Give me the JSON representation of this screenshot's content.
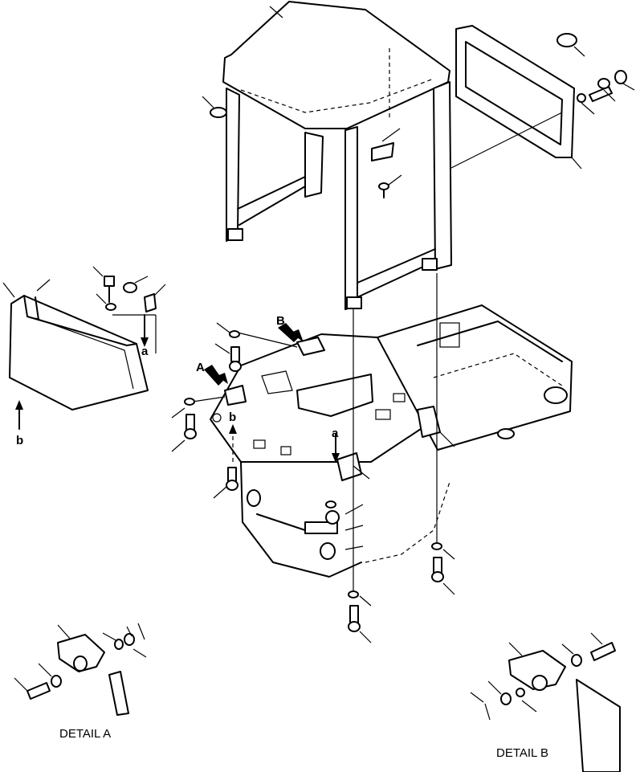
{
  "callouts": {
    "detail_a_marker": "A",
    "detail_b_marker": "B",
    "ref_a": "a",
    "ref_b": "b"
  },
  "captions": {
    "detail_a": "DETAIL A",
    "detail_b": "DETAIL B"
  }
}
